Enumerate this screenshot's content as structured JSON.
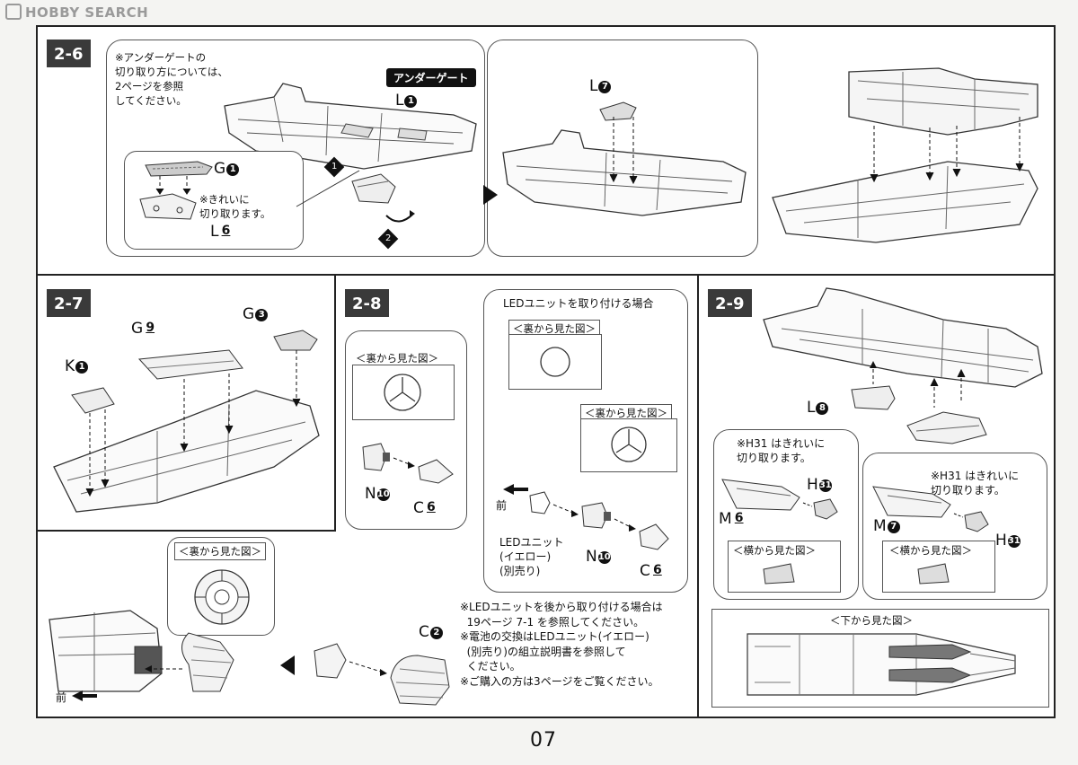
{
  "watermark": "HOBBY SEARCH",
  "page_number": "07",
  "steps": {
    "s26": {
      "num": "2-",
      "sub": "6"
    },
    "s27": {
      "num": "2-",
      "sub": "7"
    },
    "s28": {
      "num": "2-",
      "sub": "8"
    },
    "s29": {
      "num": "2-",
      "sub": "9"
    }
  },
  "step26": {
    "note_undergate": "※アンダーゲートの\n切り取り方については、\n2ページを参照\nしてください。",
    "undergate_label": "アンダーゲート",
    "part_l1": "L",
    "part_l1_num": "1",
    "part_g1": "G",
    "part_g1_num": "1",
    "part_l6": "L",
    "part_l6_num": "6",
    "note_cut": "※きれいに\n切り取ります。",
    "marker_1": "1",
    "marker_2": "2",
    "part_l7": "L",
    "part_l7_num": "7"
  },
  "step27": {
    "part_g9": "G",
    "part_g9_num": "9",
    "part_g3": "G",
    "part_g3_num": "3",
    "part_k1": "K",
    "part_k1_num": "1"
  },
  "step28": {
    "view_back": "＜裏から見た図＞",
    "led_case": "LEDユニットを取り付ける場合",
    "part_n10": "N",
    "part_n10_num": "10",
    "part_c6": "C",
    "part_c6_num": "6",
    "front": "前",
    "led_unit": "LEDユニット\n(イエロー)\n(別売り)",
    "part_c2": "C",
    "part_c2_num": "2",
    "notes": "※LEDユニットを後から取り付ける場合は\n  19ページ 7-1 を参照してください。\n※電池の交換はLEDユニット(イエロー)\n  (別売り)の組立説明書を参照して\n  ください。\n※ご購入の方は3ページをご覧ください。"
  },
  "step29": {
    "part_l8": "L",
    "part_l8_num": "8",
    "note_h31_left": "※H31 はきれいに\n切り取ります。",
    "note_h31_right": "※H31 はきれいに\n切り取ります。",
    "part_h31": "H",
    "part_h31_num": "31",
    "part_m6": "M",
    "part_m6_num": "6",
    "part_m7": "M",
    "part_m7_num": "7",
    "view_side": "＜横から見た図＞",
    "view_bottom": "＜下から見た図＞"
  },
  "bottom_left": {
    "view_back": "＜裏から見た図＞",
    "front": "前"
  }
}
